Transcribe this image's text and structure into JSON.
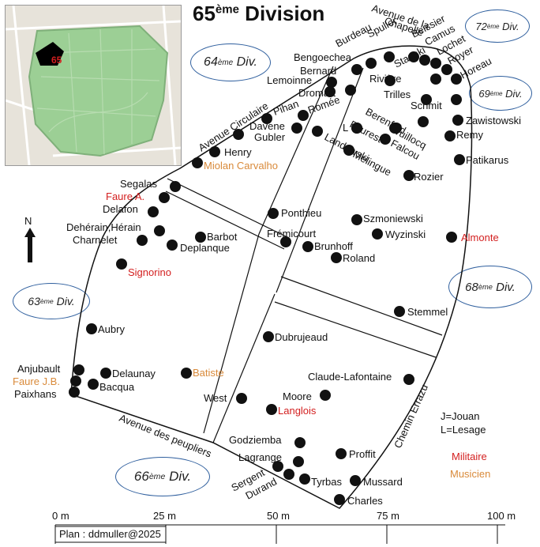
{
  "title": {
    "main": "65",
    "sup": "ème",
    "rest": " Division"
  },
  "neighbors": [
    {
      "num": "64",
      "sup": "ème",
      "word": "Div."
    },
    {
      "num": "72",
      "sup": "ème",
      "word": "Div."
    },
    {
      "num": "69",
      "sup": "ème",
      "word": "Div."
    },
    {
      "num": "63",
      "sup": "ème",
      "word": "Div."
    },
    {
      "num": "68",
      "sup": "ème",
      "word": "Div."
    },
    {
      "num": "66",
      "sup": "ème",
      "word": "Div."
    }
  ],
  "inset": {
    "label": "65"
  },
  "north": "N",
  "roads": {
    "circulaire": "Avenue Circulaire",
    "chapelle_1": "Avenue de la",
    "chapelle_2": "Chapelle",
    "peupliers": "Avenue des peupliers",
    "errazu": "Chemin Errazu"
  },
  "legend": {
    "jouan": "J=Jouan",
    "lesage": "L=Lesage",
    "militaire": "Militaire",
    "musicien": "Musicien",
    "colors": {
      "militaire": "#d31f1f",
      "musicien": "#d98a3a"
    }
  },
  "scale": {
    "ticks": [
      "0 m",
      "25 m",
      "50 m",
      "75 m",
      "100 m"
    ]
  },
  "credit": "Plan : ddmuller@2025",
  "graves": [
    "Bengoechea",
    "Bernard",
    "Burdeau",
    "Spuller",
    "Beissier",
    "Camus",
    "Lochet",
    "Royer",
    "Horeau",
    "Stanski",
    "Rivière",
    "Trilles",
    "Schmit",
    "Lemoinne",
    "Dromart",
    "Pihan",
    "Romée",
    "Davene",
    "Gubler",
    "Fourest",
    "Berenfeld",
    "Wuillocq",
    "L",
    "J",
    "Landowski",
    "Falcou",
    "Melingue",
    "Zawistowski",
    "Remy",
    "Henry",
    "Miolan Carvalho",
    "Patikarus",
    "Rozier",
    "Segalas",
    "Faure A.",
    "Delafon",
    "Ponthieu",
    "Szmoniewski",
    "Wyzinski",
    "Almonte",
    "Dehérain,Hérain",
    "Charnelet",
    "Barbot",
    "Deplanque",
    "Frémicourt",
    "Brunhoff",
    "Roland",
    "Signorino",
    "Stemmel",
    "Aubry",
    "Dubrujeaud",
    "Anjubault",
    "Faure J.B.",
    "Paixhans",
    "Delaunay",
    "Bacqua",
    "Batiste",
    "Claude-Lafontaine",
    "Moore",
    "West",
    "Langlois",
    "Godziemba",
    "Proffit",
    "Lagrange",
    "Sergent",
    "Durand",
    "Tyrbas",
    "Mussard",
    "Charles"
  ]
}
